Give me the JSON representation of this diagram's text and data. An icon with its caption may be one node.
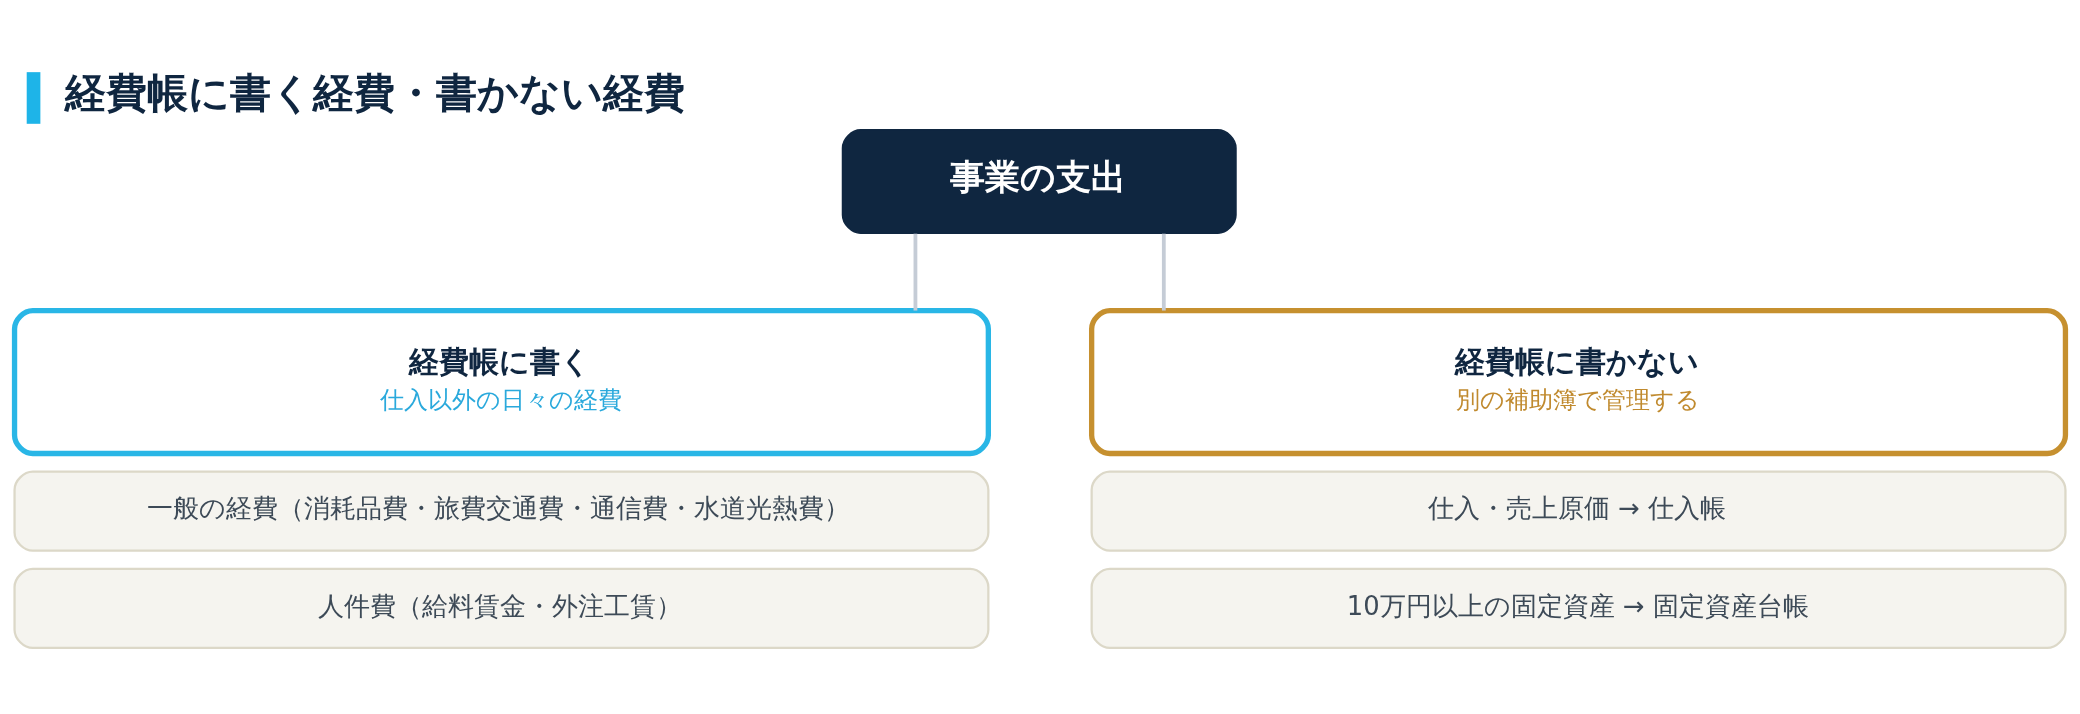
{
  "diagram": {
    "title": "経費帳に書く経費・書かない経費",
    "nodes": [
      {
        "text": [
          "事業の支出"
        ]
      },
      {
        "text": [
          "経費帳に書く",
          "仕入以外の日々の経費"
        ]
      },
      {
        "text": [
          "経費帳に書かない",
          "別の補助簿で管理する"
        ]
      },
      {
        "text": [
          "一般の経費（消耗品費・旅費交通費・通信費・水道光熱費）"
        ]
      },
      {
        "text": [
          "人件費（給料賃金・外注工賃）"
        ]
      },
      {
        "text": [
          "仕入・売上原価 → 仕入帳"
        ]
      },
      {
        "text": [
          "10万円以上の固定資産 → 固定資産台帳"
        ]
      }
    ],
    "edges": [
      {
        "from": 0,
        "to": 1,
        "arrow": "none"
      },
      {
        "from": 0,
        "to": 2,
        "arrow": "none"
      }
    ]
  }
}
